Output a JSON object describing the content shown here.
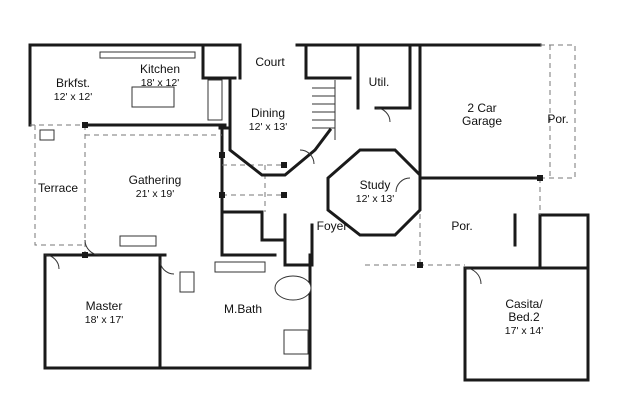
{
  "rooms": {
    "breakfast": {
      "name": "Brkfst.",
      "dims": "12' x 12'"
    },
    "kitchen": {
      "name": "Kitchen",
      "dims": "18' x 12'"
    },
    "court": {
      "name": "Court"
    },
    "utility": {
      "name": "Util."
    },
    "garage": {
      "name_line1": "2 Car",
      "name_line2": "Garage"
    },
    "porch_garage": {
      "name": "Por."
    },
    "dining": {
      "name": "Dining",
      "dims": "12' x 13'"
    },
    "gathering": {
      "name": "Gathering",
      "dims": "21' x 19'"
    },
    "terrace": {
      "name": "Terrace"
    },
    "study": {
      "name": "Study",
      "dims": "12' x 13'"
    },
    "foyer": {
      "name": "Foyer"
    },
    "porch_front": {
      "name": "Por."
    },
    "master": {
      "name": "Master",
      "dims": "18' x 17'"
    },
    "master_bath": {
      "name": "M.Bath"
    },
    "casita": {
      "name_line1": "Casita/",
      "name_line2": "Bed.2",
      "dims": "17' x 14'"
    }
  }
}
